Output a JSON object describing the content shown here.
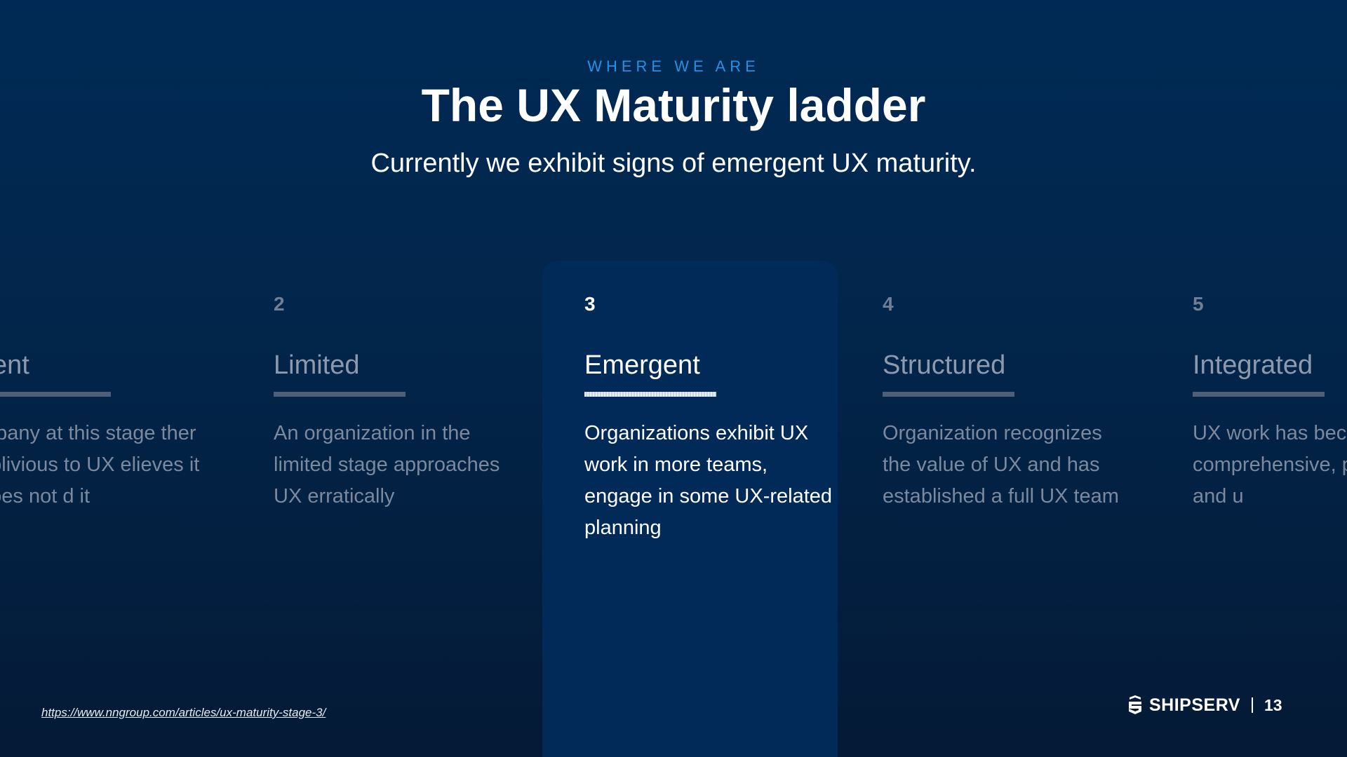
{
  "header": {
    "eyebrow": "WHERE WE ARE",
    "title": "The UX Maturity ladder",
    "subtitle": "Currently we exhibit signs of emergent UX maturity."
  },
  "stages": [
    {
      "number": "",
      "name": "sent",
      "description": "mpany at this stage ther oblivious to UX elieves it does not d it"
    },
    {
      "number": "2",
      "name": "Limited",
      "description": "An organization in the limited stage approaches UX erratically"
    },
    {
      "number": "3",
      "name": "Emergent",
      "description": "Organizations exhibit UX work in more teams, engage in some UX-related planning",
      "active": true
    },
    {
      "number": "4",
      "name": "Structured",
      "description": "Organization recognizes the value of UX and has established a full UX team"
    },
    {
      "number": "5",
      "name": "Integrated",
      "description": "UX work has bec comprehensive, pervasive, and u"
    }
  ],
  "footer": {
    "source_url": "https://www.nngroup.com/articles/ux-maturity-stage-3/",
    "brand_name": "SHIPSERV",
    "page_number": "13",
    "logo_icon": "shipserv-logo-icon"
  },
  "colors": {
    "accent": "#2a8fe0",
    "background": "#002a55",
    "highlight_panel": "#012a58"
  }
}
